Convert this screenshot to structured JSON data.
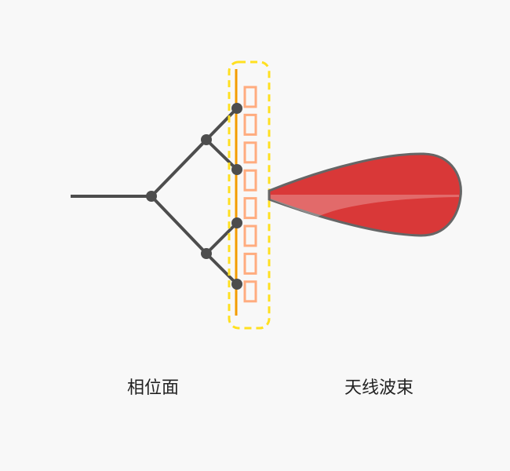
{
  "labels": {
    "phase_plane": "相位面",
    "antenna_beam": "天线波束"
  },
  "colors": {
    "feed_network": "#4d4d4d",
    "phase_line": "#f39c00",
    "elements": "#ffac7f",
    "dashed_frame": "#ffe020",
    "beam_fill": "#d93838",
    "beam_outline": "#666666"
  },
  "element_count": 8
}
